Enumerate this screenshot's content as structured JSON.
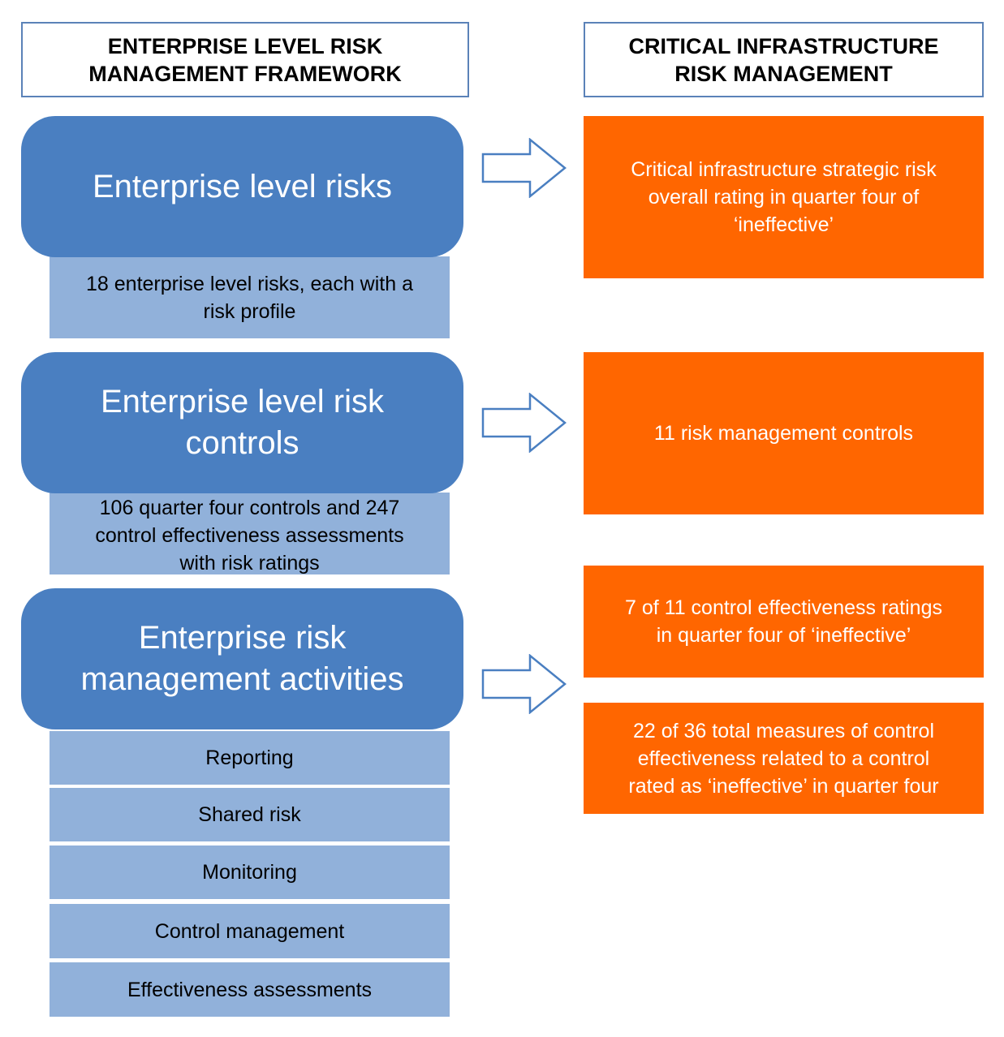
{
  "headers": {
    "left": "ENTERPRISE LEVEL RISK\nMANAGEMENT FRAMEWORK",
    "right": "CRITICAL INFRASTRUCTURE\nRISK MANAGEMENT"
  },
  "framework": {
    "risks": {
      "title": "Enterprise level risks",
      "detail": "18 enterprise level risks, each with a\nrisk profile"
    },
    "controls": {
      "title": "Enterprise level risk\ncontrols",
      "detail": "106 quarter four controls and 247\ncontrol effectiveness assessments\nwith risk ratings"
    },
    "activities": {
      "title": "Enterprise risk\nmanagement activities",
      "items": [
        "Reporting",
        "Shared risk",
        "Monitoring",
        "Control management",
        "Effectiveness assessments"
      ]
    }
  },
  "critical": {
    "strategic_risk": "Critical infrastructure strategic risk\noverall rating in quarter four of\n‘ineffective’",
    "controls": "11 risk management controls",
    "effectiveness_ratings": "7 of 11 control effectiveness ratings\nin quarter four of ‘ineffective’",
    "measures": "22 of 36 total measures of control\neffectiveness related to a control\nrated as ‘ineffective’ in quarter four"
  },
  "colors": {
    "blue": "#4a7fc1",
    "light_blue": "#91b1da",
    "orange": "#ff6600",
    "header_border": "#5b82b8",
    "arrow_stroke": "#4a7fc1"
  },
  "icons": {
    "connector": "right-arrow-icon"
  }
}
